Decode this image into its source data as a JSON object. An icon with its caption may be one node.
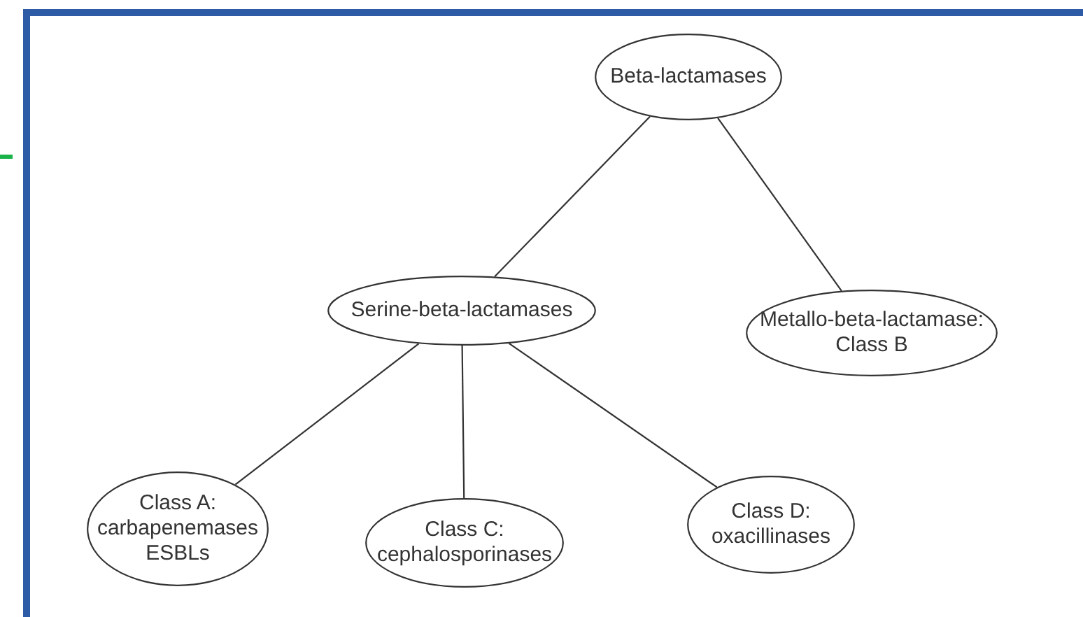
{
  "diagram": {
    "nodes": [
      {
        "text": [
          "Beta-lactamases"
        ]
      },
      {
        "text": [
          "Serine-beta-lactamases"
        ]
      },
      {
        "text": [
          "Metallo-beta-lactamase: Class B"
        ]
      },
      {
        "text": [
          "Class A: carbapenemases ESBLs"
        ]
      },
      {
        "text": [
          "Class C: cephalosporinases"
        ]
      },
      {
        "text": [
          "Class D: oxacillinases"
        ]
      }
    ],
    "edges": [
      {
        "from": 0,
        "to": 1,
        "arrow": "none"
      },
      {
        "from": 0,
        "to": 2,
        "arrow": "none"
      },
      {
        "from": 1,
        "to": 3,
        "arrow": "none"
      },
      {
        "from": 1,
        "to": 4,
        "arrow": "none"
      },
      {
        "from": 1,
        "to": 5,
        "arrow": "none"
      }
    ]
  }
}
